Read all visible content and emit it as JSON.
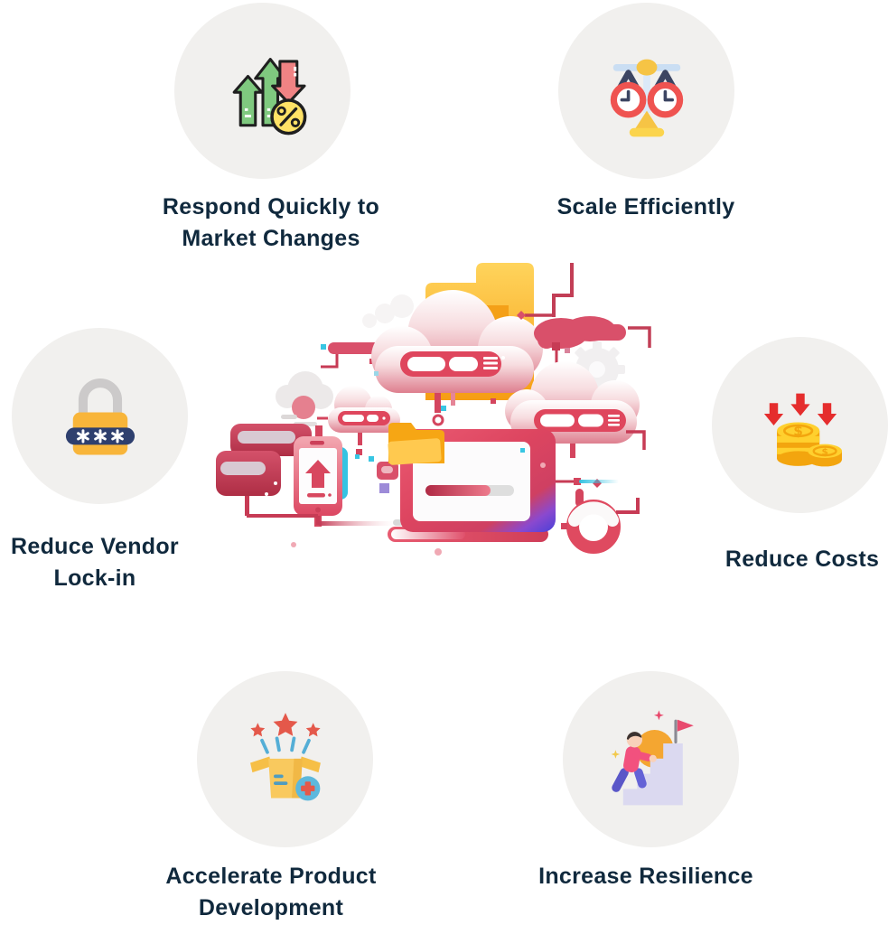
{
  "benefits": [
    {
      "id": "respond-quickly",
      "label": "Respond Quickly to Market Changes",
      "label_lines": [
        "Respond Quickly to",
        "Market Changes"
      ],
      "icon": "growth-arrows-percent-icon"
    },
    {
      "id": "scale-efficiently",
      "label": "Scale Efficiently",
      "label_lines": [
        "Scale Efficiently"
      ],
      "icon": "balance-scale-clocks-icon"
    },
    {
      "id": "reduce-vendor-lock-in",
      "label": "Reduce Vendor Lock-in",
      "label_lines": [
        "Reduce Vendor",
        "Lock-in"
      ],
      "icon": "password-padlock-icon"
    },
    {
      "id": "reduce-costs",
      "label": "Reduce Costs",
      "label_lines": [
        "Reduce Costs"
      ],
      "icon": "coins-cost-down-icon"
    },
    {
      "id": "accelerate-product-development",
      "label": "Accelerate Product Development",
      "label_lines": [
        "Accelerate Product",
        "Development"
      ],
      "icon": "open-box-stars-icon"
    },
    {
      "id": "increase-resilience",
      "label": "Increase Resilience",
      "label_lines": [
        "Increase Resilience"
      ],
      "icon": "person-climbing-stairs-icon"
    }
  ],
  "center_illustration": {
    "name": "multi-cloud-network-illustration",
    "elements": [
      "cloud-server-icon",
      "folder-icon",
      "monitor-icon",
      "smartphone-upload-icon",
      "credit-card-icon",
      "lifebuoy-icon",
      "gear-icon"
    ]
  },
  "colors": {
    "label_text": "#10293d",
    "circle_background": "#f1f0ee",
    "accent_red": "#df465d",
    "folder_yellow": "#f9a825",
    "green_arrow": "#7fc97f",
    "coin_gold": "#ffd02e",
    "purple_accent": "#4f46e5",
    "cyan_accent": "#35c3e2"
  }
}
